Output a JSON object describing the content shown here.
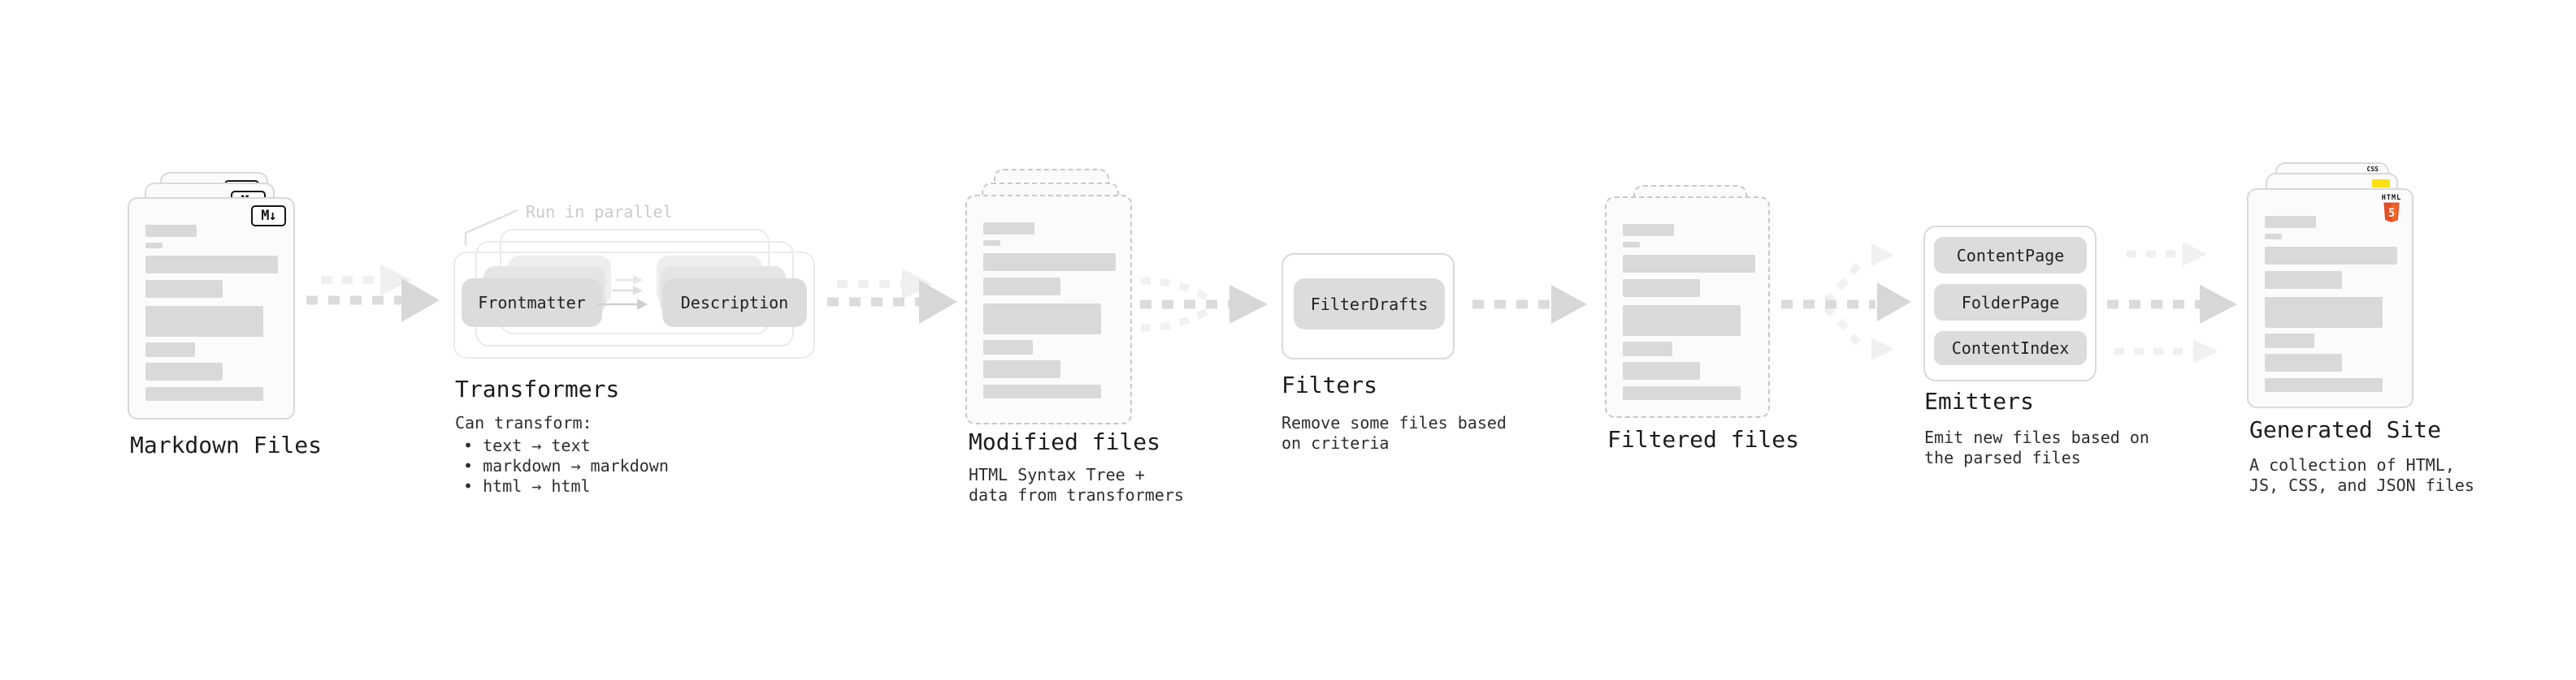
{
  "palette": {
    "background": "#ffffff",
    "card_border_gray": "#d9d9d9",
    "dashed_border_gray": "#c8c8c8",
    "placeholder_bar_gray": "#d9d9d9",
    "pill_gray": "#dcdcdc",
    "arrow_gray": "#dbdbdb",
    "annotation_gray": "#cbcbcb",
    "html5_orange": "#e44d26",
    "html5_orange_light": "#f16529",
    "js_yellow": "#ffe014",
    "css_blue": "#2b65f0"
  },
  "icons": {
    "markdown_badge": "M↓",
    "css_badge": "CSS",
    "html_badge_label": "HTML",
    "html_badge_number": "5"
  },
  "sections": {
    "markdown_files": {
      "title": "Markdown Files"
    },
    "transformers": {
      "title": "Transformers",
      "annotation": "Run in parallel",
      "pill_left": "Frontmatter",
      "pill_right": "Description",
      "subtitle": "Can transform:",
      "bullets": [
        "• text → text",
        "• markdown → markdown",
        "• html → html"
      ]
    },
    "modified_files": {
      "title": "Modified files",
      "subtitle": [
        "HTML Syntax Tree +",
        "data from transformers"
      ]
    },
    "filters": {
      "title": "Filters",
      "pill": "FilterDrafts",
      "subtitle": [
        "Remove some files based",
        "on criteria"
      ]
    },
    "filtered_files": {
      "title": "Filtered files"
    },
    "emitters": {
      "title": "Emitters",
      "pills": [
        "ContentPage",
        "FolderPage",
        "ContentIndex"
      ],
      "subtitle": [
        "Emit new files based on",
        "the parsed files"
      ]
    },
    "generated_site": {
      "title": "Generated Site",
      "subtitle": [
        "A collection of HTML,",
        "JS, CSS, and JSON files"
      ]
    }
  }
}
